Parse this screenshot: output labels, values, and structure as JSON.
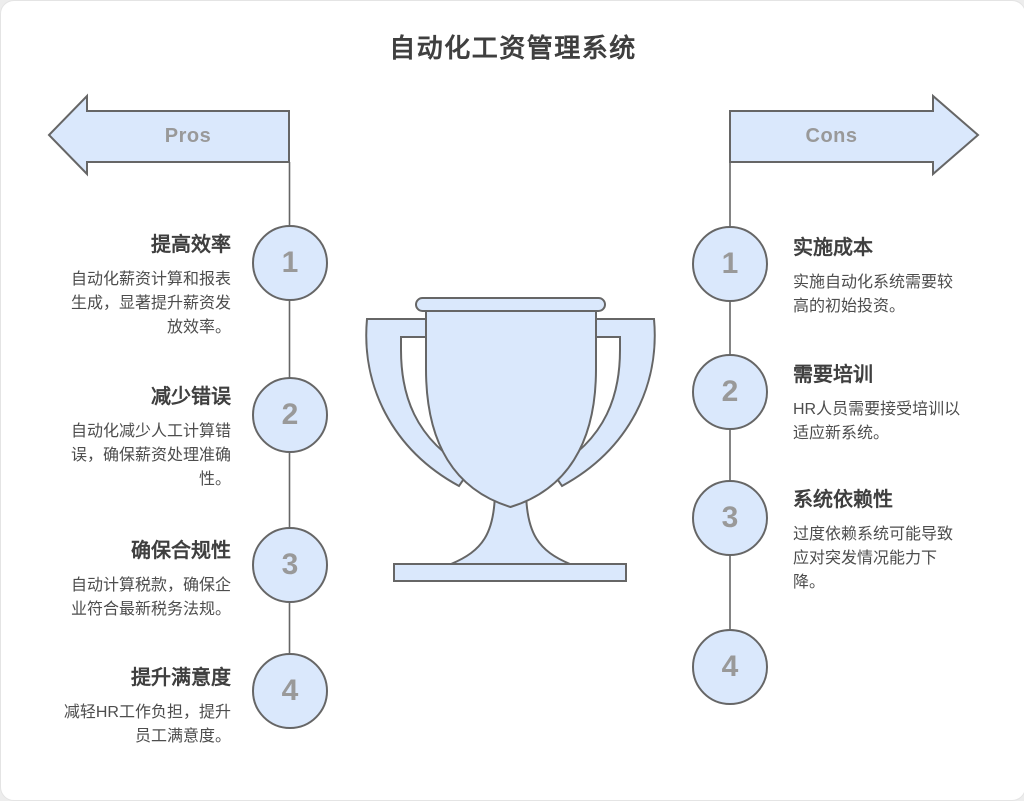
{
  "title": "自动化工资管理系统",
  "icons": {
    "center": "trophy-icon"
  },
  "colors": {
    "shape_fill": "#dae8fc",
    "shape_stroke": "#666666",
    "number_gray": "#999999",
    "heading_text": "#3f3f3f",
    "body_text": "#4d4d4d"
  },
  "pros": {
    "label": "Pros",
    "items": [
      {
        "num": "1",
        "title": "提高效率",
        "desc": "自动化薪资计算和报表\n生成，显著提升薪资发\n放效率。"
      },
      {
        "num": "2",
        "title": "减少错误",
        "desc": "自动化减少人工计算错\n误，确保薪资处理准确\n性。"
      },
      {
        "num": "3",
        "title": "确保合规性",
        "desc": "自动计算税款，确保企\n业符合最新税务法规。"
      },
      {
        "num": "4",
        "title": "提升满意度",
        "desc": "减轻HR工作负担，提升\n员工满意度。"
      }
    ]
  },
  "cons": {
    "label": "Cons",
    "items": [
      {
        "num": "1",
        "title": "实施成本",
        "desc": "实施自动化系统需要较\n高的初始投资。"
      },
      {
        "num": "2",
        "title": "需要培训",
        "desc": "HR人员需要接受培训以\n适应新系统。"
      },
      {
        "num": "3",
        "title": "系统依赖性",
        "desc": "过度依赖系统可能导致\n应对突发情况能力下\n降。"
      },
      {
        "num": "4"
      }
    ]
  }
}
